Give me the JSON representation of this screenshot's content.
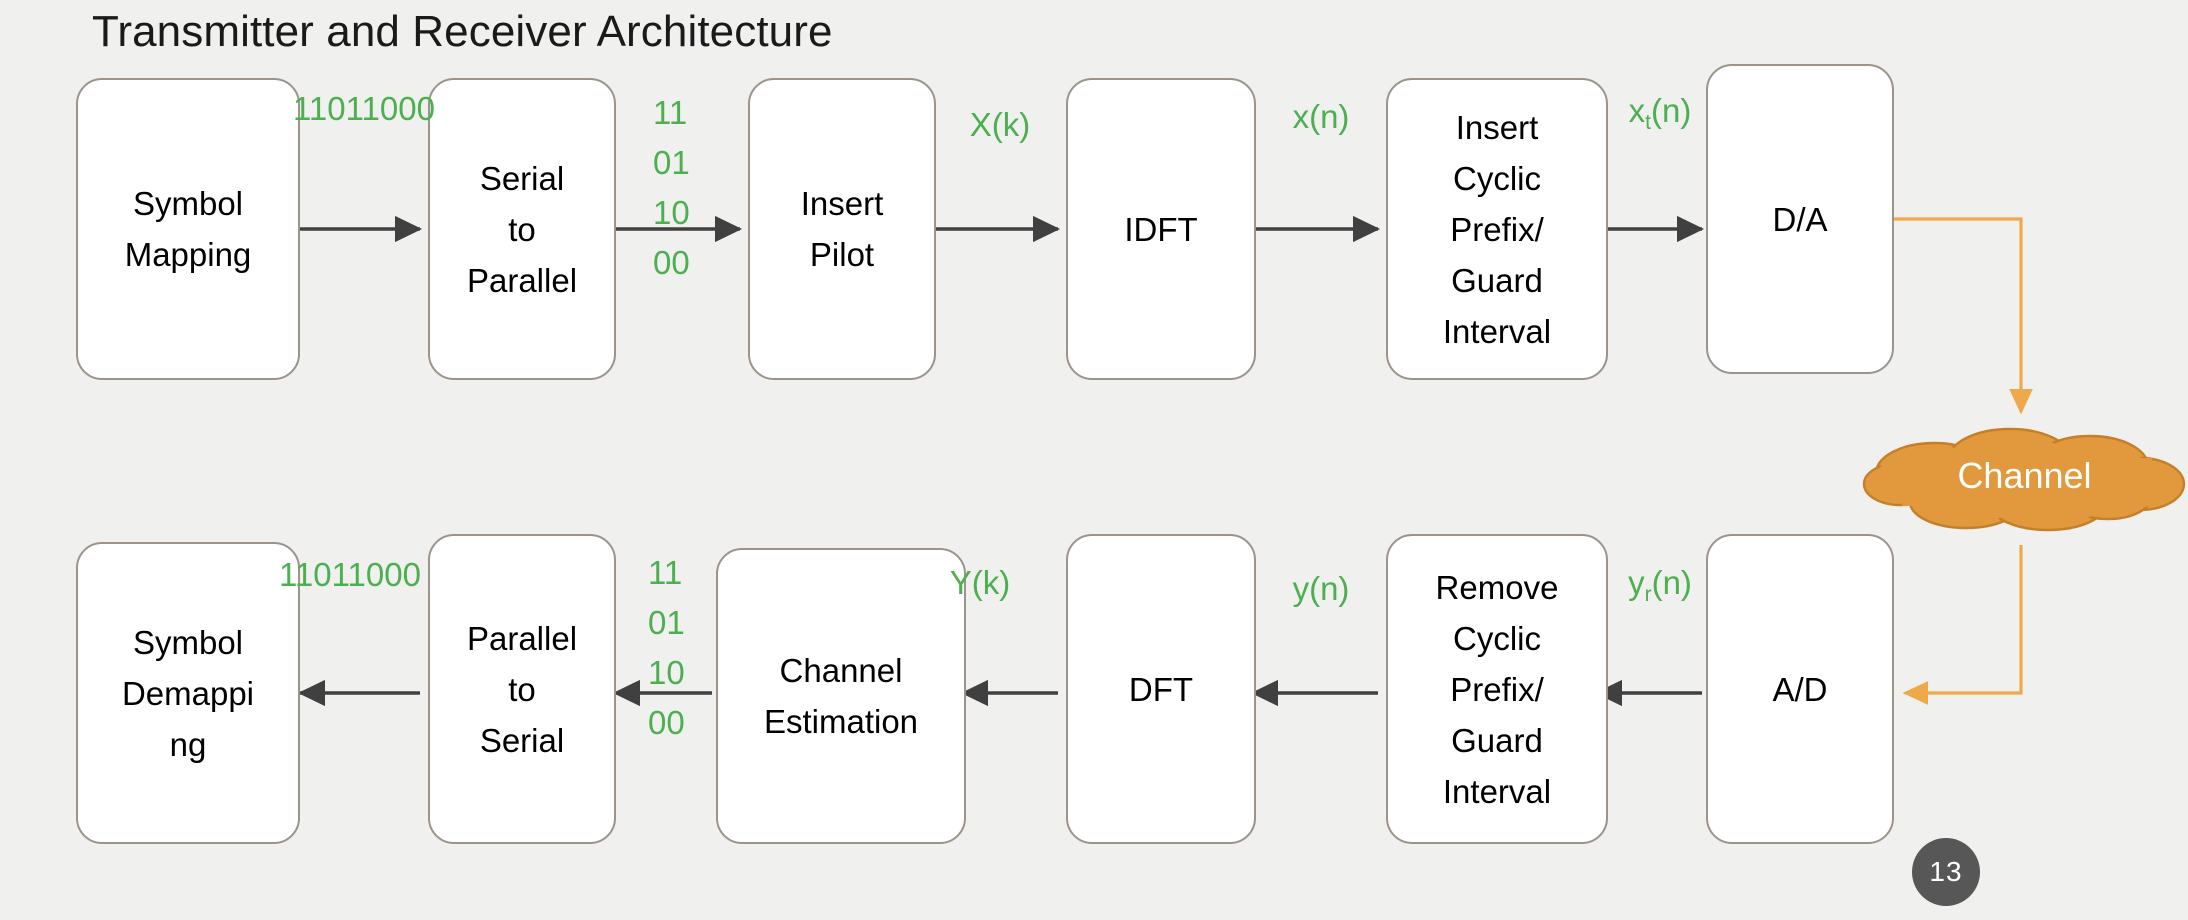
{
  "slide": {
    "title": "Transmitter and Receiver Architecture",
    "page_number": "13",
    "background_color": "#F0F0EF",
    "node_fill": "#FFFFFF",
    "node_border_color": "#9C948A",
    "signal_label_color": "#4CAF50",
    "channel_color": "#E2993E",
    "arrow_color": "#404040",
    "rf_path_color": "#EDA94A"
  },
  "transmitter": {
    "row_label": "transmitter-chain",
    "nodes": [
      {
        "id": "symbol-mapping",
        "label": "Symbol\nMapping"
      },
      {
        "id": "serial-to-parallel",
        "label": "Serial\nto\nParallel"
      },
      {
        "id": "insert-pilot",
        "label": "Insert\nPilot"
      },
      {
        "id": "idft",
        "label": "IDFT"
      },
      {
        "id": "insert-cyclic-prefix",
        "label": "Insert\nCyclic\nPrefix/\nGuard\nInterval"
      },
      {
        "id": "digital-to-analog",
        "label": "D/A"
      }
    ],
    "signals": [
      {
        "id": "tx-bitstream",
        "text": "11011000"
      },
      {
        "id": "tx-parallel-bits",
        "text": "11\n01\n10\n00"
      },
      {
        "id": "tx-xk",
        "text": "X(k)"
      },
      {
        "id": "tx-xn",
        "text": "x(n)"
      },
      {
        "id": "tx-xtn",
        "base": "x",
        "sub": "t",
        "tail": "(n)"
      }
    ]
  },
  "receiver": {
    "row_label": "receiver-chain",
    "nodes": [
      {
        "id": "symbol-demapping",
        "label": "Symbol\nDemappi\nng"
      },
      {
        "id": "parallel-to-serial",
        "label": "Parallel\nto\nSerial"
      },
      {
        "id": "channel-estimation",
        "label": "Channel\nEstimation"
      },
      {
        "id": "dft",
        "label": "DFT"
      },
      {
        "id": "remove-cyclic-prefix",
        "label": "Remove\nCyclic\nPrefix/\nGuard\nInterval"
      },
      {
        "id": "analog-to-digital",
        "label": "A/D"
      }
    ],
    "signals": [
      {
        "id": "rx-bitstream",
        "text": "11011000"
      },
      {
        "id": "rx-parallel-bits",
        "text": "11\n01\n10\n00"
      },
      {
        "id": "rx-yk",
        "text": "Y(k)"
      },
      {
        "id": "rx-yn",
        "text": "y(n)"
      },
      {
        "id": "rx-yrn",
        "base": "y",
        "sub": "r",
        "tail": "(n)"
      }
    ]
  },
  "channel": {
    "label": "Channel"
  }
}
